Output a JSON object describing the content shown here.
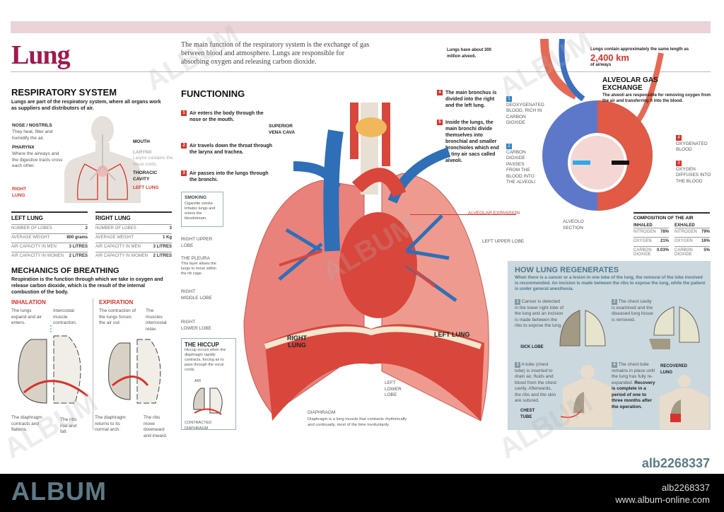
{
  "header": {
    "title": "Lung",
    "intro": "The main function of the respiratory system is the exchange of gas between blood and atmosphere. Lungs are responsible for absorbing oxygen and releasing carbon dioxide.",
    "fact_alveoli": "Lungs have about 300 million alveoli.",
    "fact_length_pre": "Lungs contain approximately the same length as",
    "fact_length_value": "2,400 km",
    "fact_length_post": "of airways"
  },
  "respiratory": {
    "title": "RESPIRATORY SYSTEM",
    "subtitle": "Lungs are part of the respiratory system, where all organs work as suppliers and distributors of air.",
    "nose_title": "NOSE / NOSTRILS",
    "nose_text": "They heat, filter and humidify the air.",
    "pharynx_title": "PHARYNX",
    "pharynx_text": "Where the airways and the digestive tracts cross each other.",
    "mouth": "MOUTH",
    "larynx_title": "LARYNX",
    "larynx_text": "Larynx contains the vocal cords.",
    "thoracic": "THORACIC CAVITY",
    "right_lung": "RIGHT LUNG",
    "left_lung": "LEFT LUNG"
  },
  "left_lung_table": {
    "title": "LEFT LUNG",
    "rows": [
      [
        "NUMBER OF LOBES",
        "2"
      ],
      [
        "AVERAGE WEIGHT",
        "800 grams"
      ],
      [
        "AIR CAPACITY IN MEN",
        "3 LITRES"
      ],
      [
        "AIR CAPACITY IN WOMEN",
        "2 LITRES"
      ]
    ]
  },
  "right_lung_table": {
    "title": "RIGHT LUNG",
    "rows": [
      [
        "NUMBER OF LOBES",
        "3"
      ],
      [
        "AVERAGE WEIGHT",
        "1 Kg"
      ],
      [
        "AIR CAPACITY IN MEN",
        "3 LITRES"
      ],
      [
        "AIR CAPACITY IN WOMEN",
        "2 LITRES"
      ]
    ]
  },
  "mechanics": {
    "title": "MECHANICS OF BREATHING",
    "subtitle": "Respiration is the function through which we take in oxygen and release carbon dioxide, which is the result of the internal combustion of the body.",
    "inhalation": "INHALATION",
    "inh_lungs": "The lungs expand and air enters.",
    "inh_muscle": "Intercostal muscle contraction.",
    "inh_diaphragm": "The diaphragm contracts and flattens.",
    "inh_ribs": "The ribs rise and fall.",
    "expiration": "EXPIRATION",
    "exp_lungs": "The contraction of the lungs forces the air out.",
    "exp_muscle": "The muscles intercostal relax.",
    "exp_diaphragm": "The diaphragm returns to its normal arch.",
    "exp_ribs": "The ribs move downward and inward."
  },
  "functioning": {
    "title": "FUNCTIONING",
    "steps": [
      {
        "n": "1",
        "text": "Air enters the body through the nose or the mouth."
      },
      {
        "n": "2",
        "text": "Air travels down the throat through the larynx and trachea."
      },
      {
        "n": "3",
        "text": "Air passes into the lungs through the bronchi."
      },
      {
        "n": "4",
        "text": "The main bronchus is divided into the right and the left lung."
      },
      {
        "n": "5",
        "text": "Inside the lungs, the main bronchi divide themselves into bronchial and smaller bronchioles which end in tiny air sacs called alveoli."
      }
    ],
    "svc": "SUPERIOR VENA CAVA",
    "smoking_title": "SMOKING",
    "smoking_text": "Cigarette smoke irritates lungs and enters the bloodstream.",
    "rul": "RIGHT UPPER LOBE",
    "pleura_title": "THE PLEURA",
    "pleura_text": "This layer allows the lungs to move within the rib cage.",
    "rml": "RIGHT MIDDLE LOBE",
    "rll": "RIGHT LOWER LOBE",
    "right_lung": "RIGHT LUNG",
    "left_lung": "LEFT LUNG",
    "lul": "LEFT UPPER LOBE",
    "lll": "LEFT LOWER LOBE",
    "alv_exp": "ALVEOLAR EXPANSION",
    "diaphragm_title": "DIAPHRAGM",
    "diaphragm_text": "Diaphragm is a long muscle that contracts rhythmically and continually, most of the time involuntarily.",
    "hiccup_title": "THE HICCUP",
    "hiccup_text": "Hiccup occurs when the diaphragm rapidly contracts, forcing air to pass through the vocal cords.",
    "hiccup_air": "AIR",
    "hiccup_diaphragm": "CONTRACTED DIAPHRAGM"
  },
  "alveolar": {
    "title": "ALVEOLAR GAS EXCHANGE",
    "subtitle": "The alveoli are responsible for removing oxygen from the air and transferring it into the blood.",
    "l1": "DEOXYGENATED BLOOD, RICH IN CARBON DIOXIDE",
    "l2": "CARBON DIOXIDE PASSES FROM THE BLOOD INTO THE ALVEOLI",
    "l3": "OXYGEN DIFFUSES INTO THE BLOOD",
    "l4": "OXYGENATED BLOOD",
    "section": "ALVEOLO SECTION"
  },
  "composition": {
    "title": "COMPOSITION OF THE AIR",
    "inhaled": {
      "title": "INHALED",
      "rows": [
        [
          "NITROGEN",
          "78%"
        ],
        [
          "OXYGEN",
          "21%"
        ],
        [
          "CARBON DIOXIDE",
          "0.03%"
        ]
      ]
    },
    "exhaled": {
      "title": "EXHALED",
      "rows": [
        [
          "NITROGEN",
          "79%"
        ],
        [
          "OXYGEN",
          "16%"
        ],
        [
          "CARBON DIOXIDE",
          "5%"
        ]
      ]
    }
  },
  "regen": {
    "title": "HOW LUNG REGENERATES",
    "subtitle": "When there is a cancer or a lesion in one lobe of the lung, the removal of the lobe involved is recommended. An incision is made between the ribs to expose the lung, while the patient is under general anesthesia.",
    "s1": "Cancer is detected in the lower right lobe of the lung and an incision is made between the ribs to expose the lung.",
    "sick": "SICK LOBE",
    "s2": "The chest cavity is examined and the diseased lung tissue is removed.",
    "s3": "A tube (chest tube) is inserted to drain air, fluids and blood from the chest cavity. Afterwards, the ribs and the skin are sutured.",
    "chest_tube": "CHEST TUBE",
    "s4": "The chest tube remains in place until the lung has fully re-expanded.",
    "s4b": "Recovery is complete in a period of one to three months after the operation.",
    "recovered": "RECOVERED LUNG"
  },
  "footer": {
    "logo": "ALBUM",
    "id": "alb2268337",
    "url": "www.album-online.com",
    "watermark": "ALBUM"
  },
  "colors": {
    "title": "#a3174f",
    "accent_red": "#d8332a",
    "vein_blue": "#2e6fb8",
    "regen_bg": "#cbd8de"
  }
}
